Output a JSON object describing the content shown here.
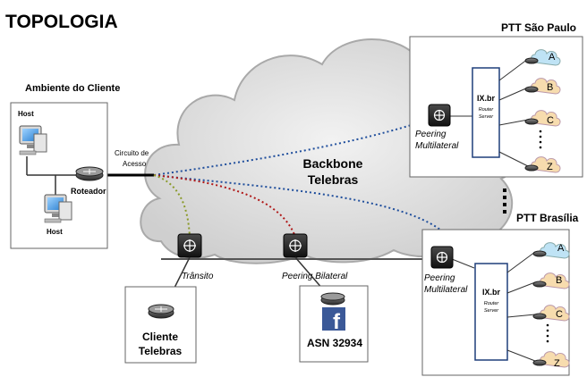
{
  "title": "TOPOLOGIA",
  "client_env": {
    "heading": "Ambiente do Cliente",
    "host_top": "Host",
    "host_bottom": "Host",
    "router": "Roteador",
    "circuit_line1": "Circuito de",
    "circuit_line2": "Acesso"
  },
  "backbone": {
    "line1": "Backbone",
    "line2": "Telebras"
  },
  "transit": {
    "label": "Trânsito",
    "client_line1": "Cliente",
    "client_line2": "Telebras"
  },
  "peering_bilateral": {
    "label": "Peering Bilateral",
    "asn": "ASN 32934",
    "logo_letter": "f"
  },
  "ptt_sp": {
    "heading": "PTT São Paulo",
    "peering_line1": "Peering",
    "peering_line2": "Multilateral",
    "ix_title": "IX.br",
    "ix_sub1": "Router",
    "ix_sub2": "Server",
    "members": [
      "A",
      "B",
      "C",
      "Z"
    ]
  },
  "ptt_bsb": {
    "heading": "PTT Brasília",
    "peering_line1": "Peering",
    "peering_line2": "Multilateral",
    "ix_title": "IX.br",
    "ix_sub1": "Router",
    "ix_sub2": "Server",
    "members": [
      "A",
      "B",
      "C",
      "Z"
    ]
  },
  "colors": {
    "dotted_blue": "#1f4e9c",
    "dotted_red": "#b01818",
    "dotted_olive": "#8a9a2a",
    "cloud_fill": "#dcdcdc",
    "facebook_blue": "#3b5998",
    "member_cloud_blue": "#bfe3f5",
    "member_cloud_orange": "#f7dcae"
  },
  "icons": [
    "router-icon",
    "switch-icon",
    "host-computer-icon",
    "facebook-logo-icon",
    "cloud-icon"
  ]
}
